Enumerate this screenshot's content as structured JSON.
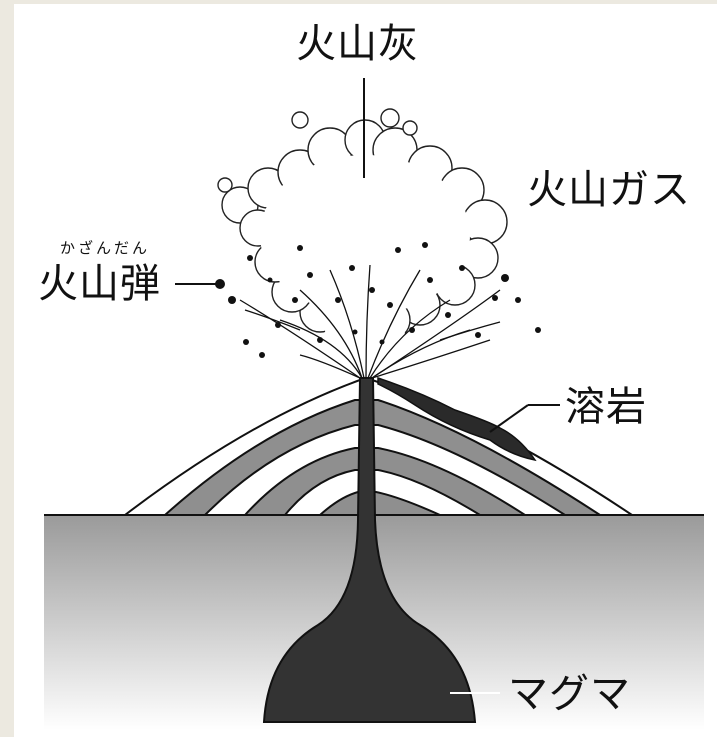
{
  "labels": {
    "ash": "火山灰",
    "gas": "火山ガス",
    "bomb": "火山弾",
    "bomb_reading": "かざんだん",
    "lava": "溶岩",
    "magma": "マグマ"
  },
  "colors": {
    "background": "#ece9e0",
    "panel": "#ffffff",
    "ink": "#111111",
    "magma": "#333333",
    "layer_gray": "#8f8f8f",
    "ground_top": "#9a9a9a",
    "ground_bottom": "#ffffff"
  }
}
